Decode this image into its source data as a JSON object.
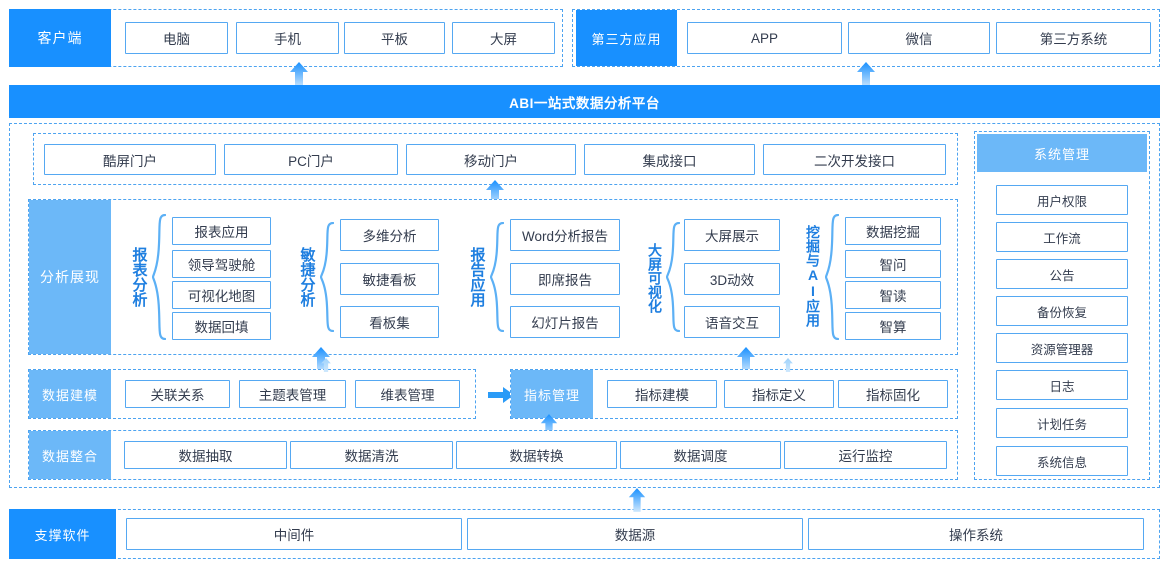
{
  "colors": {
    "primary": "#1890ff",
    "secondary": "#6cb8f8",
    "border": "#55a8f2",
    "dash": "#4da3f0",
    "text": "#333c4e",
    "label_text": "#1f7fe0"
  },
  "client_row": {
    "label": "客户端",
    "items": [
      "电脑",
      "手机",
      "平板",
      "大屏"
    ]
  },
  "third_party_row": {
    "label": "第三方应用",
    "items": [
      "APP",
      "微信",
      "第三方系统"
    ]
  },
  "platform": {
    "title": "ABI一站式数据分析平台"
  },
  "portal_row": {
    "items": [
      "酷屏门户",
      "PC门户",
      "移动门户",
      "集成接口",
      "二次开发接口"
    ]
  },
  "analysis": {
    "label": "分析展现",
    "groups": [
      {
        "caption": "报表分析",
        "items": [
          "报表应用",
          "领导驾驶舱",
          "可视化地图",
          "数据回填"
        ]
      },
      {
        "caption": "敏捷分析",
        "items": [
          "多维分析",
          "敏捷看板",
          "看板集"
        ]
      },
      {
        "caption": "报告应用",
        "items": [
          "Word分析报告",
          "即席报告",
          "幻灯片报告"
        ]
      },
      {
        "caption": "大屏可视化",
        "items": [
          "大屏展示",
          "3D动效",
          "语音交互"
        ]
      },
      {
        "caption": "挖掘与AI应用",
        "items": [
          "数据挖掘",
          "智问",
          "智读",
          "智算"
        ]
      }
    ]
  },
  "modeling": {
    "label": "数据建模",
    "items": [
      "关联关系",
      "主题表管理",
      "维表管理"
    ],
    "metric_label": "指标管理",
    "metric_items": [
      "指标建模",
      "指标定义",
      "指标固化"
    ]
  },
  "integration": {
    "label": "数据整合",
    "items": [
      "数据抽取",
      "数据清洗",
      "数据转换",
      "数据调度",
      "运行监控"
    ]
  },
  "system_mgmt": {
    "label": "系统管理",
    "items": [
      "用户权限",
      "工作流",
      "公告",
      "备份恢复",
      "资源管理器",
      "日志",
      "计划任务",
      "系统信息"
    ]
  },
  "support": {
    "label": "支撑软件",
    "items": [
      "中间件",
      "数据源",
      "操作系统"
    ]
  },
  "icons": {
    "up_arrow": "up-arrow-icon",
    "right_arrow": "right-arrow-icon",
    "brace": "curly-brace-icon"
  }
}
